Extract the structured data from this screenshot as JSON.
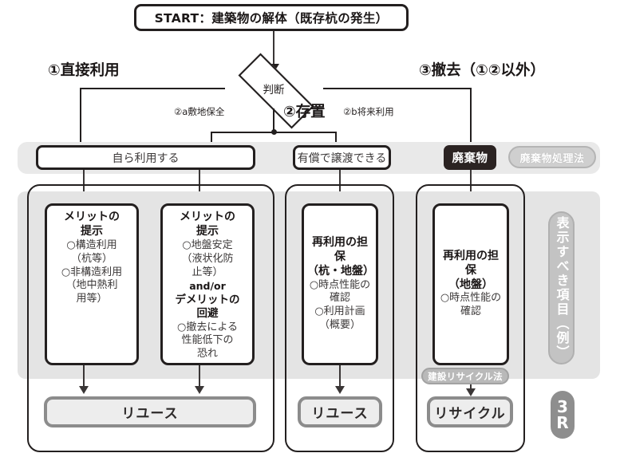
{
  "diagram": {
    "start": {
      "label": "START：建築物の解体（既存杭の発生）"
    },
    "decision": {
      "label": "判断"
    },
    "branches": {
      "left_big": "①直接利用",
      "right_big": "③撤去（①②以外）",
      "mid_big": "②存置",
      "mid_left_small": "②a敷地保全",
      "mid_right_small": "②b将来利用"
    },
    "mid_row": {
      "self_use": "自ら利用する",
      "paid_transfer": "有償で譲渡できる",
      "waste": "廃棄物",
      "waste_law_pill": "廃棄物処理法"
    },
    "columns": [
      {
        "cards": [
          {
            "title": "メリットの\n提示",
            "lines": [
              "○構造利用",
              "（杭等）",
              "○非構造利用",
              "（地中熱利",
              "用等）"
            ]
          },
          {
            "title": "メリットの\n提示",
            "lines": [
              "○地盤安定",
              "（液状化防",
              "止等）"
            ],
            "andor": "and/or",
            "subtitle": "デメリットの\n回避",
            "lines2": [
              "○撤去による",
              "性能低下の",
              "恐れ"
            ]
          }
        ],
        "outcome": "リユース"
      },
      {
        "cards": [
          {
            "title": "再利用の担保\n（杭・地盤）",
            "lines": [
              "○時点性能の",
              "確認",
              "○利用計画",
              "（概要）"
            ]
          }
        ],
        "outcome": "リユース"
      },
      {
        "cards": [
          {
            "title": "再利用の担保\n（地盤）",
            "lines": [
              "○時点性能の",
              "確認"
            ]
          }
        ],
        "law_pill": "建設リサイクル法",
        "outcome": "リサイクル"
      }
    ],
    "side": {
      "vertical_pill": "表示すべき項目（例）",
      "r3_line1": "3",
      "r3_line2": "R"
    },
    "colors": {
      "ink": "#231f1f",
      "waste_bg": "#2b2322",
      "band_grey": "#e9e9e9",
      "panel_grey": "#e4e4e4",
      "pill_grey": "#c3c3c3",
      "outcome_bg": "#ededed",
      "outcome_border": "#8c8c8c"
    }
  }
}
